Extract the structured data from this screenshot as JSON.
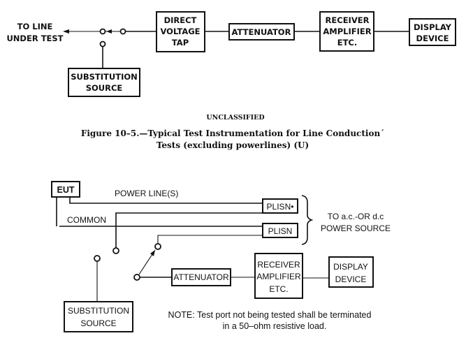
{
  "figure_top": {
    "to_line_label": [
      "TO LINE",
      "UNDER TEST"
    ],
    "direct_voltage_tap": [
      "DIRECT",
      "VOLTAGE",
      "TAP"
    ],
    "attenuator": "ATTENUATOR",
    "receiver_amplifier": [
      "RECEIVER",
      "AMPLIFIER",
      "ETC."
    ],
    "display_device": [
      "DISPLAY",
      "DEVICE"
    ],
    "substitution_source": [
      "SUBSTITUTION",
      "SOURCE"
    ]
  },
  "classification": "UNCLASSIFIED",
  "caption": [
    "Figure 10–5.—Typical Test Instrumentation for Line Conduction´",
    "Tests (excluding powerlines) (U)"
  ],
  "figure_bottom": {
    "eut": "EUT",
    "power_lines_label": "POWER LINE(S)",
    "common_label": "COMMON",
    "plisn_1": "PLISN•",
    "plisn_2": "PLISN",
    "power_source_label": [
      "TO a.c.-OR d.c",
      "POWER SOURCE"
    ],
    "attenuator": "ATTENUATOR",
    "receiver_amplifier": [
      "RECEIVER",
      "AMPLIFIER",
      "ETC."
    ],
    "display_device": [
      "DISPLAY",
      "DEVICE"
    ],
    "substitution_source": [
      "SUBSTITUTION",
      "SOURCE"
    ],
    "note": [
      "NOTE: Test port not being tested shall be terminated",
      "in a 50–ohm resistive load."
    ]
  }
}
